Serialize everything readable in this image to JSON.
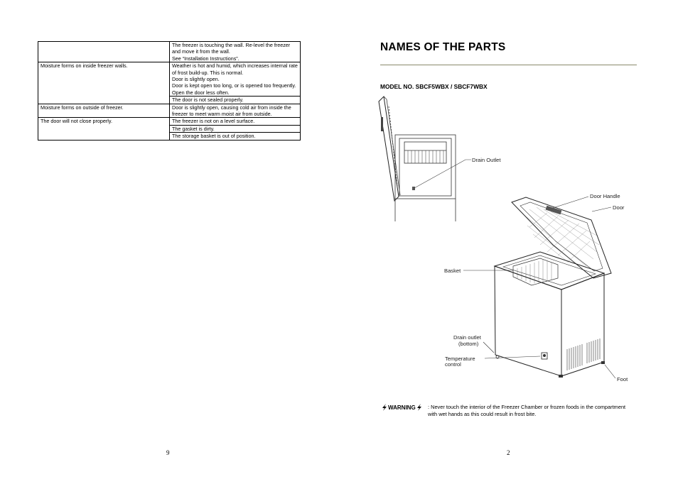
{
  "left_page": {
    "table": [
      {
        "problem": "",
        "causes": [
          "The freezer is touching the wall. Re-level the freezer and move it from the wall.",
          "See “Installation Instructions”."
        ]
      },
      {
        "problem": "Moisture forms on inside freezer walls.",
        "causes": [
          "Weather is hot and humid, which increases internal rate of frost build-up. This is normal.",
          "Door is slightly open.",
          "Door is kept open too long, or is opened too frequently. Open the door less often.",
          "The door is not sealed properly."
        ]
      },
      {
        "problem": "Moisture forms on outside of freezer.",
        "causes": [
          "Door is slightly open, causing cold air from inside the freezer to meet warm moist air from outside."
        ]
      },
      {
        "problem": "The door will not close properly.",
        "causes": [
          "The freezer is not on a level surface.",
          "The gasket is dirty.",
          "The storage basket is out of position."
        ]
      }
    ],
    "page_number": "9"
  },
  "right_page": {
    "heading": "NAMES OF THE PARTS",
    "model": "MODEL NO.  SBCF5WBX / SBCF7WBX",
    "labels": {
      "drain_outlet_top": "Drain Outlet",
      "door_handle": "Door Handle",
      "door": "Door",
      "basket": "Basket",
      "drain_outlet_bottom_1": "Drain outlet",
      "drain_outlet_bottom_2": "(bottom)",
      "temperature_control_1": "Temperature",
      "temperature_control_2": "control",
      "foot": "Foot"
    },
    "warning_label": "WARNING",
    "warning_text": ":  Never touch the interior of the Freezer Chamber or frozen foods in the compartment with wet hands as this could result in frost bite.",
    "page_number": "2"
  }
}
